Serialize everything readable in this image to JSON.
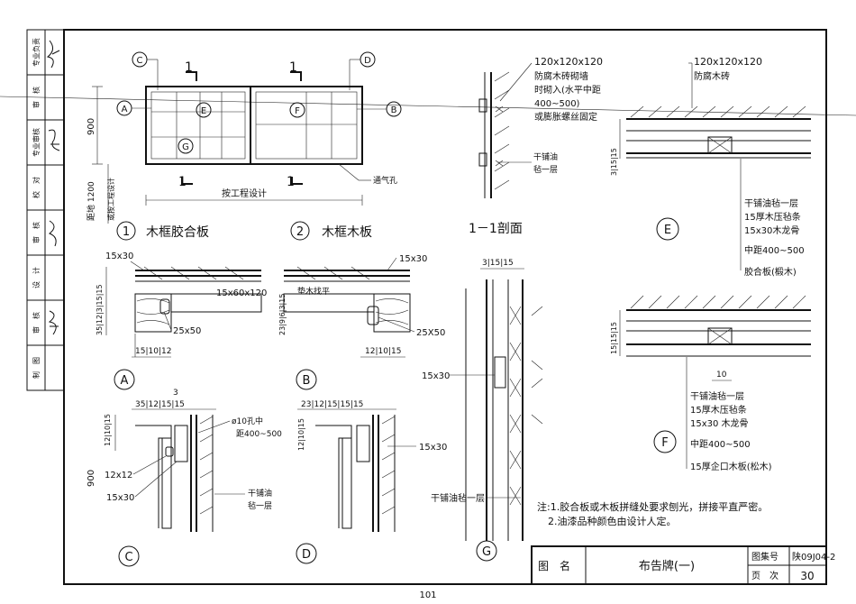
{
  "title_block": {
    "drawing_name_label": "图　名",
    "drawing_title": "布告牌(一)",
    "atlas_label": "图集号",
    "atlas_no": "陕09J04-2",
    "page_label": "页　次",
    "page_no": "30"
  },
  "page_number": "101",
  "sidebar": [
    "专业负责",
    "审　核",
    "专业审核",
    "校　对",
    "审　核",
    "设　计",
    "审　核",
    "制　图"
  ],
  "views": {
    "v1_num": "1",
    "v1_label": "木框胶合板",
    "v2_num": "2",
    "v2_label": "木框木板",
    "section_1_1": "1－1剖面",
    "section_mark": "1"
  },
  "callouts": [
    "A",
    "B",
    "C",
    "D",
    "E",
    "F",
    "G"
  ],
  "dims": {
    "h900": "900",
    "distance_to_ground": "距地 1200",
    "distance_note": "或按工程设计",
    "by_design": "按工程设计",
    "vent": "通气孔",
    "d15x30": "15x30",
    "d15x60x120": "15x60x120",
    "leveling": "垫木找平",
    "d25x50_a": "25x50",
    "d25x50_b": "25X50",
    "a_left": "35|12|3|15|15",
    "a_bottom": "15|10|12",
    "b_left": "23|9|6|3|15",
    "b_bottom": "12|10|15",
    "c_top": "35|12|15|15",
    "c_3": "3",
    "c_left": "12|10|15",
    "d12x12": "12x12",
    "hole": "ø10孔中",
    "hole_spacing": "距400~500",
    "d_top": "23|12|15|15|15",
    "d_left": "12|10|15",
    "g_top": "3|15|15",
    "e_left": "3|15|15",
    "f_left": "15|15|15",
    "f_10": "10"
  },
  "notes": {
    "anchor_1": "120x120x120",
    "anchor_2": "防腐木砖砌墙",
    "anchor_3": "时砌入(水平中距",
    "anchor_4": "400~500)",
    "anchor_5": "或膨胀螺丝固定",
    "felt_1": "干铺油",
    "felt_2": "毡一层",
    "felt_g": "干铺油毡一层",
    "e_top_1": "120x120x120",
    "e_top_2": "防腐木砖",
    "e_1": "干铺油毡一层",
    "e_2": "15厚木压毡条",
    "e_3": "15x30木龙骨",
    "e_4": "中距400~500",
    "e_5": "胶合板(椴木)",
    "f_1": "干铺油毡一层",
    "f_2": "15厚木压毡条",
    "f_3": "15x30 木龙骨",
    "f_4": "中距400~500",
    "f_5": "15厚企口木板(松木)",
    "note_1": "注:1.胶合板或木板拼缝处要求刨光，拼接平直严密。",
    "note_2": "2.油漆品种颜色由设计人定。"
  }
}
